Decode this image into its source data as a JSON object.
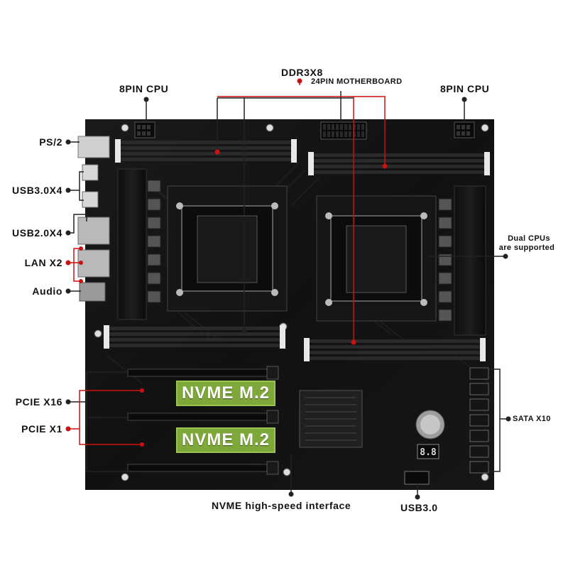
{
  "colors": {
    "background": "#ffffff",
    "board": "#121212",
    "callout_dark": "#222222",
    "callout_red": "#cc1111",
    "nvme_banner": "#7ea83a"
  },
  "labels": {
    "ddr": "DDR3X8",
    "pin24": "24PIN MOTHERBOARD",
    "cpu8_left": "8PIN CPU",
    "cpu8_right": "8PIN CPU",
    "ps2": "PS/2",
    "usb30": "USB3.0X4",
    "usb20": "USB2.0X4",
    "lan": "LAN X2",
    "audio": "Audio",
    "dual_cpu_line1": "Dual CPUs",
    "dual_cpu_line2": "are supported",
    "pcie16": "PCIE X16",
    "pcie1": "PCIE X1",
    "sata": "SATA X10",
    "nvme_iface": "NVME high-speed interface",
    "usb3_bottom": "USB3.0"
  },
  "nvme_banners": [
    "NVME M.2",
    "NVME M.2"
  ],
  "debug_display": "8.8"
}
